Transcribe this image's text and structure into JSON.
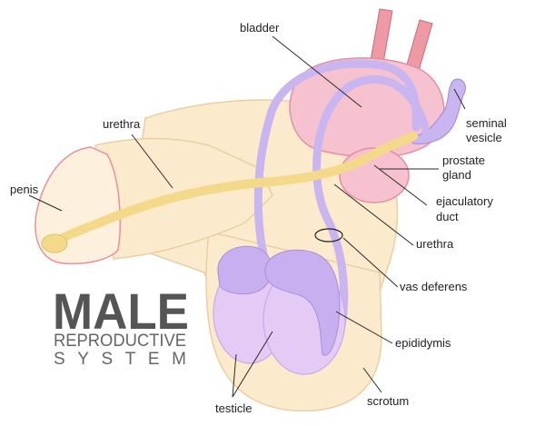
{
  "title": {
    "main": "MALE",
    "line2": "REPRODUCTIVE",
    "line3": "SYSTEM"
  },
  "labels": {
    "bladder": "bladder",
    "urethra_top": "urethra",
    "penis": "penis",
    "seminal_vesicle_1": "seminal",
    "seminal_vesicle_2": "vesicle",
    "prostate_gland_1": "prostate",
    "prostate_gland_2": "gland",
    "ejaculatory_duct_1": "ejaculatory",
    "ejaculatory_duct_2": "duct",
    "urethra_right": "urethra",
    "vas_deferens": "vas deferens",
    "epididymis": "epididymis",
    "testicle": "testicle",
    "scrotum": "scrotum"
  },
  "colors": {
    "skin": "#fbeacc",
    "skin_outline": "#e9cfa3",
    "bladder": "#f6c2cf",
    "urethra": "#f4d98a",
    "vas": "#c9b5ef",
    "testicle": "#e4cbf6",
    "epididymis": "#c8b0f0",
    "vessel": "#e8909b",
    "title_dark": "#555555",
    "title_light": "#666666"
  }
}
